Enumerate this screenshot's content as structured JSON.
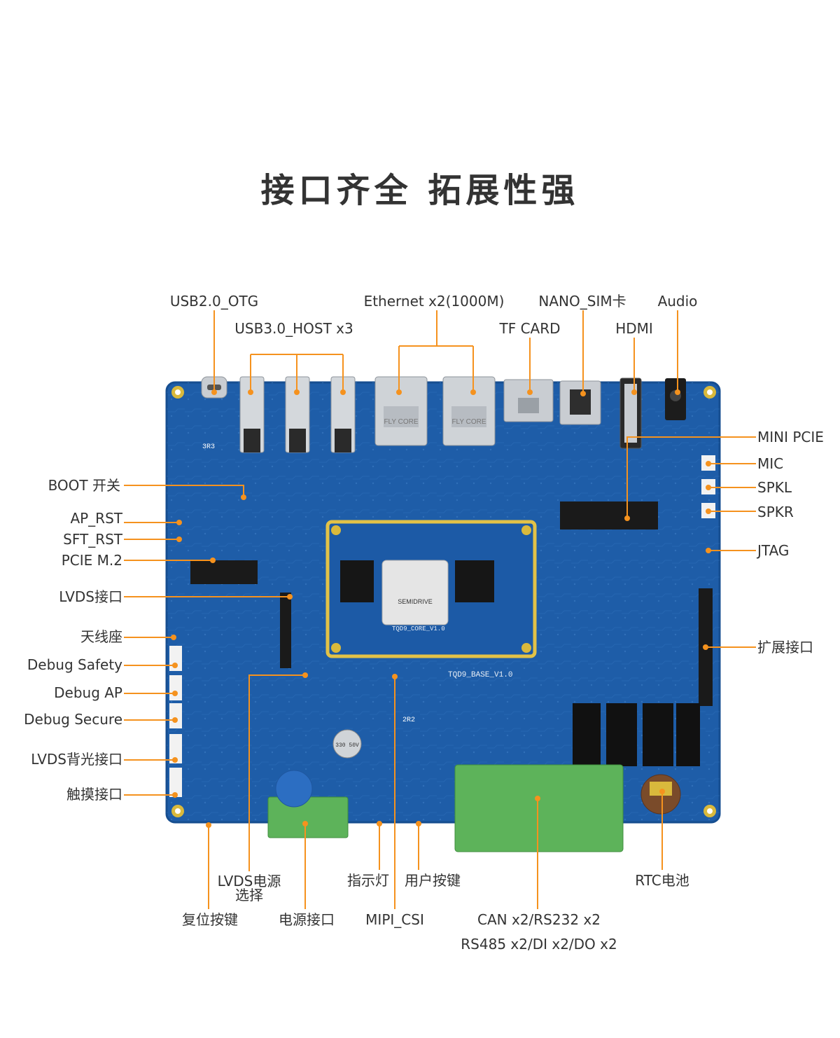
{
  "title": "接口齐全 拓展性强",
  "colors": {
    "leader": "#F5921E",
    "pcb": "#1E5DA8",
    "pcb_dark": "#15427A",
    "terminal": "#5DB35A",
    "text": "#333333"
  },
  "board_silkscreen": {
    "core_module": "TQD9_CORE_V1.0",
    "base_board": "TQD9_BASE_V1.0",
    "soc_brand": "SEMIDRIVE",
    "connector_print": "FLY CORE",
    "inductor": "3R3",
    "inductor2": "2R2",
    "capacitor": "330 50V"
  },
  "labels": {
    "usb_otg": "USB2.0_OTG",
    "usb_host": "USB3.0_HOST x3",
    "ethernet": "Ethernet x2(1000M)",
    "tf_card": "TF CARD",
    "nano_sim": "NANO_SIM卡",
    "hdmi": "HDMI",
    "audio": "Audio",
    "mini_pcie": "MINI PCIE",
    "mic": "MIC",
    "spkl": "SPKL",
    "spkr": "SPKR",
    "jtag": "JTAG",
    "expansion": "扩展接口",
    "boot": "BOOT 开关",
    "ap_rst": "AP_RST",
    "sft_rst": "SFT_RST",
    "pcie_m2": "PCIE M.2",
    "lvds": "LVDS接口",
    "antenna": "天线座",
    "debug_safety": "Debug Safety",
    "debug_ap": "Debug AP",
    "debug_secure": "Debug Secure",
    "lvds_backlight": "LVDS背光接口",
    "touch": "触摸接口",
    "lvds_power_1": "LVDS电源",
    "lvds_power_2": "选择",
    "indicator": "指示灯",
    "user_key": "用户按键",
    "rtc": "RTC电池",
    "reset_key": "复位按键",
    "power_port": "电源接口",
    "mipi_csi": "MIPI_CSI",
    "can_1": "CAN x2/RS232 x2",
    "can_2": "RS485 x2/DI x2/DO x2"
  }
}
